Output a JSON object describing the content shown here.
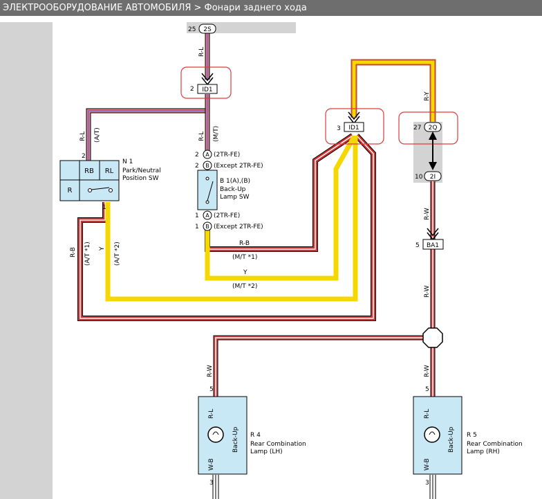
{
  "header": {
    "title": "ЭЛЕКТРООБОРУДОВАНИЕ АВТОМОБИЛЯ > Фонари заднего хода"
  },
  "colors": {
    "red_wire": "#c0392b",
    "yellow_wire": "#f5d800",
    "highlight_box": "#e03a3a",
    "component_fill": "#c9e8f5",
    "gray_band": "#d3d3d3"
  },
  "connectors": {
    "c2s": {
      "pin": "25",
      "name": "2S"
    },
    "id1_top": {
      "pin": "2",
      "name": "ID1"
    },
    "id1_right": {
      "pin": "3",
      "name": "ID1"
    },
    "c2q": {
      "pin": "27",
      "name": "2Q"
    },
    "c2i": {
      "pin": "10",
      "name": "2I"
    },
    "ba1": {
      "pin": "5",
      "name": "BA1"
    }
  },
  "wires": {
    "rl_top": "R-L",
    "rl_left": "R-L",
    "at_left": "(A/T)",
    "rl_mid": "R-L",
    "mt_mid": "(M/T)",
    "ry": "R-Y",
    "rw_1": "R-W",
    "rw_2": "R-W",
    "rb_left": "R-B",
    "at1": "(A/T *1)",
    "y_left": "Y",
    "at2": "(A/T *2)",
    "rb_mid": "R-B",
    "mt1": "(M/T *1)",
    "y_mid": "Y",
    "mt2": "(M/T *2)",
    "rw_lh": "R-W",
    "rw_rh": "R-W"
  },
  "n1": {
    "pin_top": "2",
    "pin_bottom": "1",
    "cell_rb": "RB",
    "cell_rl": "RL",
    "cell_r": "R",
    "label": "N 1",
    "desc1": "Park/Neutral",
    "desc2": "Position SW"
  },
  "b1": {
    "pin2": "2",
    "pin2b": "2",
    "pin1": "1",
    "pin1b": "1",
    "badge_a": "A",
    "badge_b": "B",
    "note_a_top": "(2TR-FE)",
    "note_b_top": "(Except 2TR-FE)",
    "note_a_bot": "(2TR-FE)",
    "note_b_bot": "(Except 2TR-FE)",
    "label": "B 1(A),(B)",
    "desc1": "Back-Up",
    "desc2": "Lamp SW"
  },
  "r4": {
    "pin_top": "5",
    "pin_bot": "3",
    "wire_in": "R-L",
    "wire_out": "W-B",
    "bulb": "Back-Up",
    "label": "R 4",
    "desc1": "Rear Combination",
    "desc2": "Lamp (LH)"
  },
  "r5": {
    "pin_top": "5",
    "pin_bot": "3",
    "wire_in": "R-L",
    "wire_out": "W-B",
    "bulb": "Back-Up",
    "label": "R 5",
    "desc1": "Rear Combination",
    "desc2": "Lamp (RH)"
  }
}
